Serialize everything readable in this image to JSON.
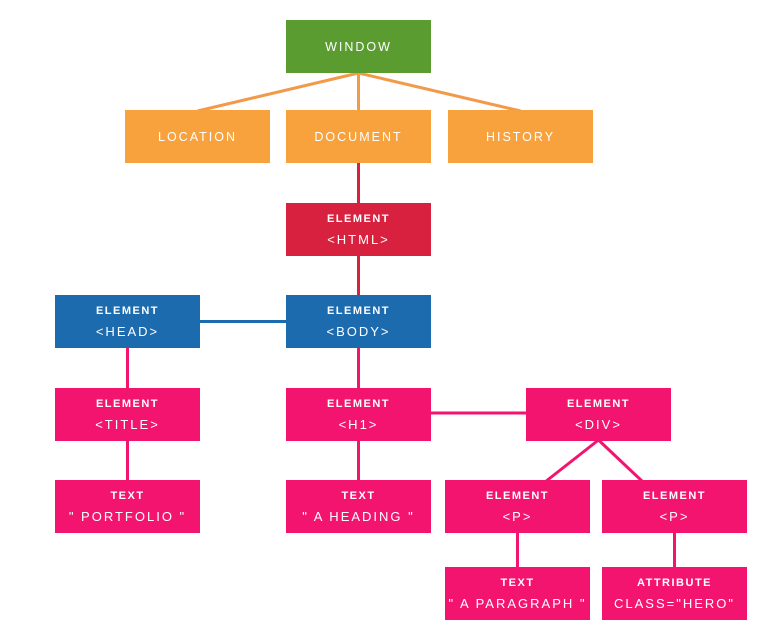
{
  "colors": {
    "window_green": "#5b9c31",
    "browser_object_orange": "#f7a23c",
    "html_red": "#d8213e",
    "head_body_blue": "#1c6bae",
    "node_pink": "#f2146f",
    "node_text": "#ffffff",
    "background": "#ffffff"
  },
  "nodes": {
    "window": {
      "label": "WINDOW"
    },
    "location": {
      "label": "LOCATION"
    },
    "document": {
      "label": "DOCUMENT"
    },
    "history": {
      "label": "HISTORY"
    },
    "html": {
      "type": "ELEMENT",
      "value": "<HTML>"
    },
    "head": {
      "type": "ELEMENT",
      "value": "<HEAD>"
    },
    "body": {
      "type": "ELEMENT",
      "value": "<BODY>"
    },
    "title_el": {
      "type": "ELEMENT",
      "value": "<TITLE>"
    },
    "h1": {
      "type": "ELEMENT",
      "value": "<H1>"
    },
    "div": {
      "type": "ELEMENT",
      "value": "<DIV>"
    },
    "title_text": {
      "type": "TEXT",
      "value": "\" PORTFOLIO \""
    },
    "h1_text": {
      "type": "TEXT",
      "value": "\" A HEADING \""
    },
    "p_left": {
      "type": "ELEMENT",
      "value": "<P>"
    },
    "p_right": {
      "type": "ELEMENT",
      "value": "<P>"
    },
    "p_text": {
      "type": "TEXT",
      "value": "\" A PARAGRAPH \""
    },
    "p_attribute": {
      "type": "ATTRIBUTE",
      "value": "CLASS=\"HERO\""
    }
  }
}
